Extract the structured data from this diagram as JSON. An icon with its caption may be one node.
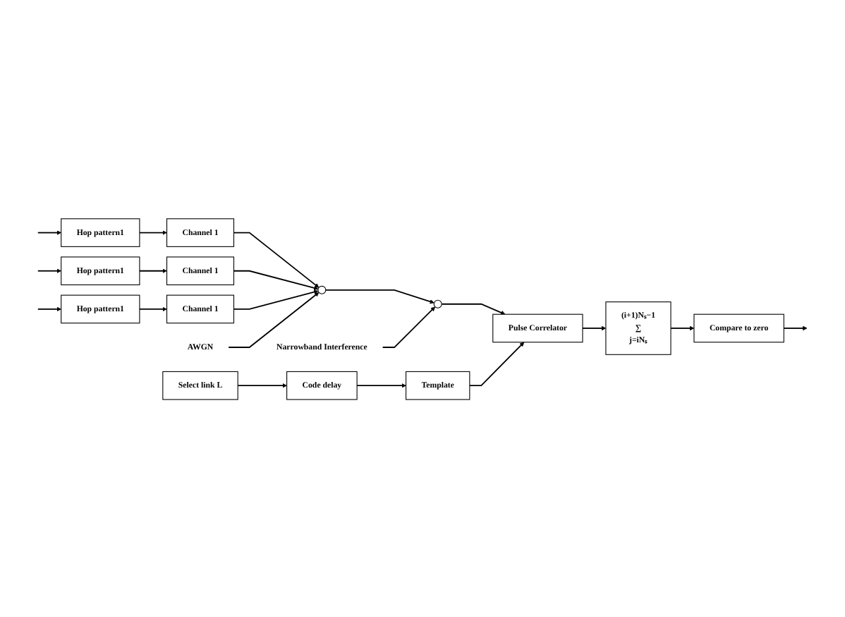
{
  "diagram": {
    "nodes": [
      {
        "text": [
          "Hop pattern1"
        ]
      },
      {
        "text": [
          "Channel 1"
        ]
      },
      {
        "text": [
          "Hop pattern1"
        ]
      },
      {
        "text": [
          "Channel 1"
        ]
      },
      {
        "text": [
          "Hop pattern1"
        ]
      },
      {
        "text": [
          "Channel 1"
        ]
      },
      {
        "text": [
          "AWGN"
        ]
      },
      {
        "text": [],
        "shape": "circle"
      },
      {
        "text": [
          "Narrowband Interference"
        ]
      },
      {
        "text": [],
        "shape": "circle"
      },
      {
        "text": [
          "Pulse Correlator"
        ]
      },
      {
        "text": [
          "(i+1)Nₛ−1",
          "∑",
          "j=iNₛ"
        ]
      },
      {
        "text": [
          "Compare to zero"
        ]
      },
      {
        "text": [
          "Select link L"
        ]
      },
      {
        "text": [
          "Code delay"
        ]
      },
      {
        "text": [
          "Template"
        ]
      }
    ],
    "edges": [
      {
        "from": null,
        "to": 0,
        "arrow": "to"
      },
      {
        "from": 0,
        "to": 1,
        "arrow": "to"
      },
      {
        "from": 1,
        "to": 7,
        "arrow": "to"
      },
      {
        "from": null,
        "to": 2,
        "arrow": "to"
      },
      {
        "from": 2,
        "to": 3,
        "arrow": "to"
      },
      {
        "from": 3,
        "to": 7,
        "arrow": "to"
      },
      {
        "from": null,
        "to": 4,
        "arrow": "to"
      },
      {
        "from": 4,
        "to": 5,
        "arrow": "to"
      },
      {
        "from": 5,
        "to": 7,
        "arrow": "to"
      },
      {
        "from": 6,
        "to": 7,
        "arrow": "to"
      },
      {
        "from": 7,
        "to": 9,
        "arrow": "to"
      },
      {
        "from": 8,
        "to": 9,
        "arrow": "to"
      },
      {
        "from": 9,
        "to": 10,
        "arrow": "to"
      },
      {
        "from": 10,
        "to": 11,
        "arrow": "to"
      },
      {
        "from": 11,
        "to": 12,
        "arrow": "to"
      },
      {
        "from": 12,
        "to": null,
        "arrow": "to"
      },
      {
        "from": 13,
        "to": 14,
        "arrow": "to"
      },
      {
        "from": 14,
        "to": 15,
        "arrow": "to"
      },
      {
        "from": 15,
        "to": 10,
        "arrow": "to"
      }
    ]
  }
}
